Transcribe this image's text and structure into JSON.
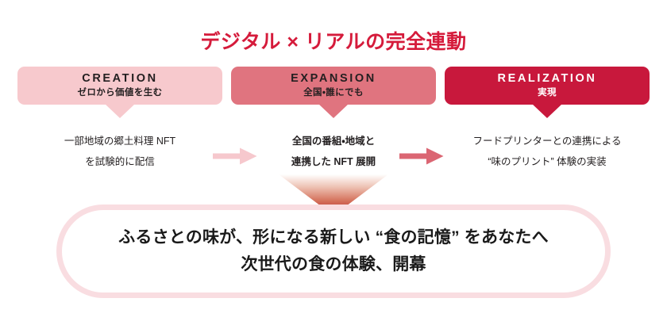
{
  "title": "デジタル × リアルの完全連動",
  "theme": {
    "title_color": "#d51b3b",
    "stage1_color": "#f7c9cd",
    "stage2_color": "#e0747f",
    "stage3_color": "#c8183c",
    "arrow1_color": "#f6c8cd",
    "arrow2_color": "#db6673",
    "callout_border_color": "#f9dde1",
    "pointer_color": "#c0392b"
  },
  "stages": [
    {
      "en": "CREATION",
      "ja": "ゼロから価値を生む",
      "detail_line1": "一部地域の郷土料理 NFT",
      "detail_line2": "を試験的に配信"
    },
    {
      "en": "EXPANSION",
      "ja": "全国・誰にでも",
      "detail_line1": "全国の番組・地域と",
      "detail_line2": "連携した NFT 展開"
    },
    {
      "en": "REALIZATION",
      "ja": "実現",
      "detail_line1": "フードプリンターとの連携による",
      "detail_line2": "“味のプリント” 体験の実装"
    }
  ],
  "arrows": [
    {
      "name": "arrow-stage1-to-stage2"
    },
    {
      "name": "arrow-stage2-to-stage3"
    }
  ],
  "callout": {
    "line1": "ふるさとの味が、形になる新しい “食の記憶” をあなたへ",
    "line2": "次世代の食の体験、開幕"
  }
}
